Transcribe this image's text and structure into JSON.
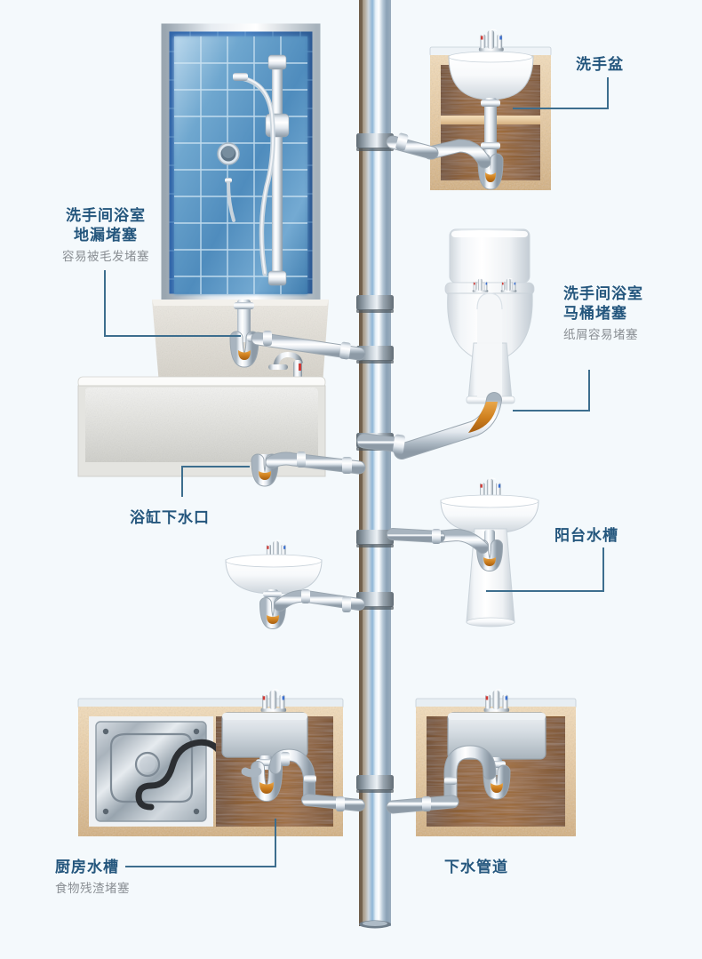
{
  "page": {
    "background_color": "#f4f9fc",
    "label_title_color": "#24567d",
    "label_sub_color": "#8a8f94",
    "leader_line_color": "#3d6e8e",
    "pipe_color": "#ffffff",
    "clog_color": "#d3801f",
    "stack_color": "#b8c6d4",
    "wood_frame_color": "#e8cfa5",
    "wood_panel_color": "#8a5a22",
    "tile_color": "#4f8fc0",
    "tile_border_color": "#2a5fa0"
  },
  "labels": {
    "shower_floor_drain": {
      "title_line1": "洗手间浴室",
      "title_line2": "地漏堵塞",
      "subtitle": "容易被毛发堵塞"
    },
    "wash_basin": {
      "title_line1": "洗手盆",
      "title_line2": "",
      "subtitle": ""
    },
    "toilet": {
      "title_line1": "洗手间浴室",
      "title_line2": "马桶堵塞",
      "subtitle": "纸屑容易堵塞"
    },
    "bathtub_drain": {
      "title_line1": "浴缸下水口",
      "title_line2": "",
      "subtitle": ""
    },
    "balcony_sink": {
      "title_line1": "阳台水槽",
      "title_line2": "",
      "subtitle": ""
    },
    "kitchen_sink": {
      "title_line1": "厨房水槽",
      "title_line2": "",
      "subtitle": "食物残渣堵塞"
    },
    "drain_pipe_stack": {
      "title_line1": "下水管道",
      "title_line2": "",
      "subtitle": ""
    }
  },
  "fixtures": {
    "shower_stall": "shower-enclosure-with-tiled-walls",
    "vanity_cabinet": "sink-cabinet-with-p-trap",
    "toilet": "toilet-with-tank",
    "bathtub": "bathtub-with-faucet",
    "pedestal_sink": "pedestal-sink",
    "wall_sink": "wall-mounted-sink",
    "kitchen_cabinet": "kitchen-sink-cabinet-with-dishwasher",
    "balcony_cabinet": "sink-cabinet-with-p-trap",
    "main_stack": "vertical-drain-stack"
  }
}
